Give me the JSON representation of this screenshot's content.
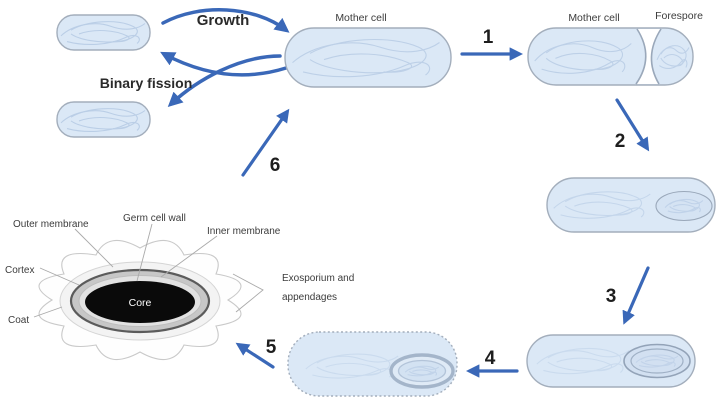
{
  "labels": {
    "growth": "Growth",
    "binary_fission": "Binary fission",
    "mother_cell_center": "Mother cell",
    "mother_cell_right": "Mother cell",
    "forespore": "Forespore"
  },
  "step_numbers": [
    "1",
    "2",
    "3",
    "4",
    "5",
    "6"
  ],
  "spore_structure": {
    "outer_membrane": "Outer membrane",
    "germ_cell_wall": "Germ cell wall",
    "inner_membrane": "Inner membrane",
    "cortex": "Cortex",
    "coat": "Coat",
    "core": "Core",
    "exosporium_line1": "Exosporium and",
    "exosporium_line2": "appendages"
  },
  "colors": {
    "cell_fill": "#dbe8f6",
    "cell_stroke": "#a3aebc",
    "arrow_blue": "#3a68b8",
    "swirl_blue": "#b3c8e3",
    "cortex_gray": "#c7c7c7",
    "core_black": "#0a0a0a",
    "label_text": "#3c3c3c"
  }
}
